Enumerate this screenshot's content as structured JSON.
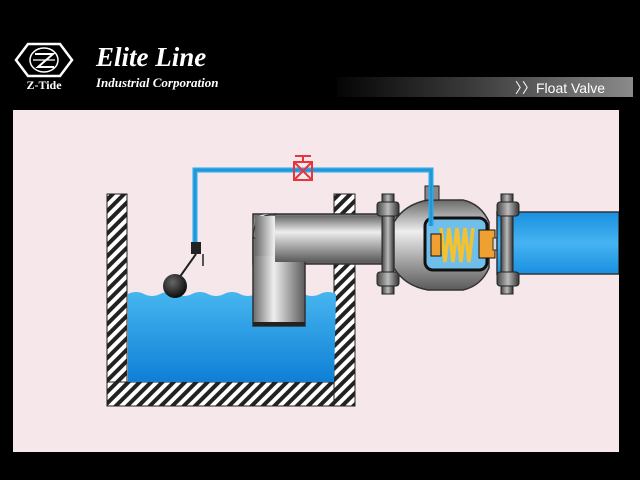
{
  "header": {
    "logo_text": "Z-Tide",
    "brand": "Elite Line",
    "subtitle": "Industrial Corporation",
    "section_title": "〉〉Float Valve"
  },
  "colors": {
    "background": "#000000",
    "panel": "#f6e8ea",
    "water": "#1e9be6",
    "pipe_signal": "#2aa8ea",
    "valve_body": "#c8c8c8",
    "spring": "#f2c233",
    "piston": "#f0a030",
    "gate_valve": "#e8343c"
  }
}
